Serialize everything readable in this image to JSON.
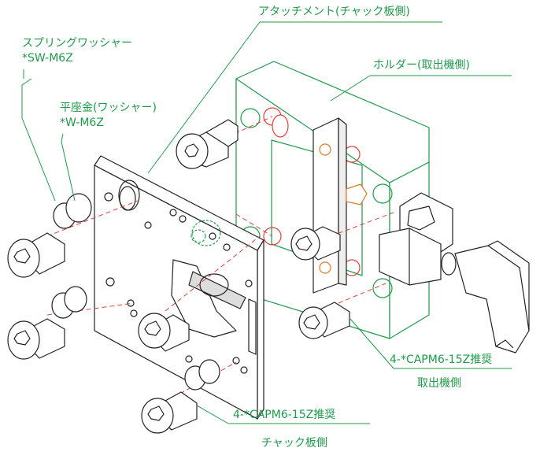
{
  "labels": {
    "attachment": "アタッチメント(チャック板側)",
    "holder": "ホルダー(取出機側)",
    "spring_washer": "スプリングワッシャー",
    "spring_washer_part": "*SW-M6Z",
    "flat_washer": "平座金(ワッシャー)",
    "flat_washer_part": "*W-M6Z",
    "bolt_recommend_right": "4-*CAPM6-15Z推奨",
    "bolt_side_right": "取出機側",
    "bolt_recommend_bottom": "4-*CAPM6-15Z推奨",
    "bolt_side_bottom": "チャック板側"
  },
  "colors": {
    "leader": "#1f9a4a",
    "line": "#222222",
    "center_line": "#e0403a",
    "accent_part": "#e07a2a"
  }
}
